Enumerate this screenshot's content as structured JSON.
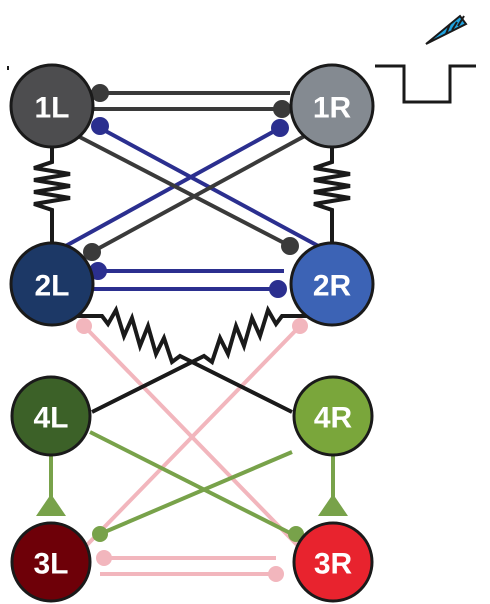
{
  "nodes": {
    "n1L": {
      "label": "1L",
      "color": "#4d4d4f"
    },
    "n1R": {
      "label": "1R",
      "color": "#848a91"
    },
    "n2L": {
      "label": "2L",
      "color": "#1c3866"
    },
    "n2R": {
      "label": "2R",
      "color": "#3c63b5"
    },
    "n4L": {
      "label": "4L",
      "color": "#3c6128"
    },
    "n4R": {
      "label": "4R",
      "color": "#7aa63b"
    },
    "n3L": {
      "label": "3L",
      "color": "#6e0008"
    },
    "n3R": {
      "label": "3R",
      "color": "#e8232e"
    }
  },
  "colors": {
    "gray_synapse": "#3a3a3a",
    "blue_synapse": "#2b2f8f",
    "pink_synapse": "#f2b6bd",
    "green_synapse": "#78a24a",
    "electrical": "#1a1a1a",
    "electrode": "#1fa3e0"
  },
  "icons": {
    "electrode": "electrode-pipette-icon",
    "pulse": "current-pulse-icon"
  }
}
